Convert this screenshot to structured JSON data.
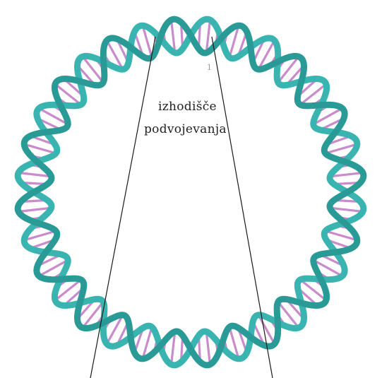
{
  "labels": {
    "origin_line1": "izhodišče",
    "origin_line2": "podvojevanja",
    "marker": "1"
  },
  "colors": {
    "backbone": "#3ab4b0",
    "backbone_dark": "#2a9a96",
    "base_pair": "#c98bcc",
    "line": "#1a1a1a"
  },
  "icons": {
    "plasmid": "circular-dna-double-helix-icon"
  }
}
